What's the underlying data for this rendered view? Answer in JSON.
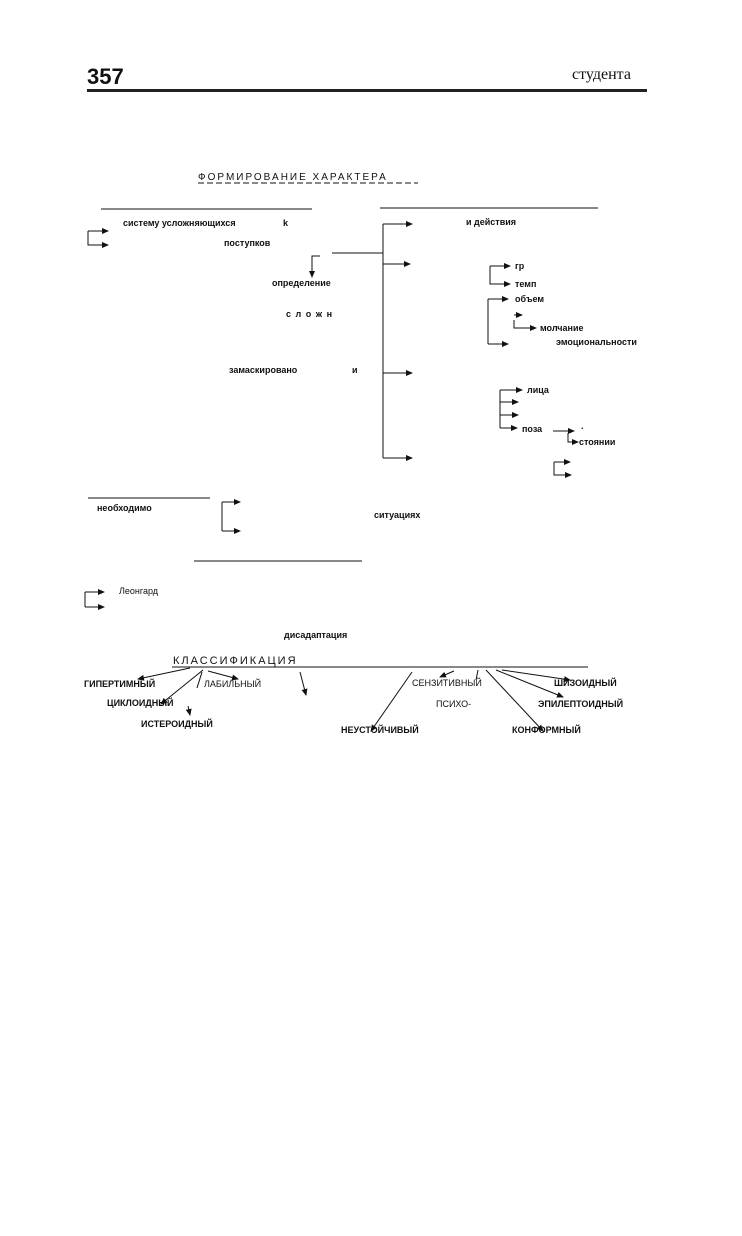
{
  "header": {
    "page_number": "357",
    "running_word": "студента"
  },
  "diagram": {
    "title": "ФОРМИРОВАНИЕ ХАРАКТЕРА",
    "texts": {
      "system": "систему усложняющихся",
      "k": "k",
      "actions_left": "поступков",
      "actions_right": "и действия",
      "gr": "гр",
      "temp": "темп",
      "volume": "объем",
      "silent": "молчание",
      "emotional": "эмоциональности",
      "definition": "определение",
      "complex": "с л о ж н",
      "masked": "замаскировано",
      "and": "и",
      "face": "лица",
      "pose": "поза",
      "dot": ".",
      "standing": "стоянии",
      "necessary": "необходимо",
      "situations": "ситуациях",
      "leonhard": "Леонгард",
      "disadaptation": "дисадаптация"
    },
    "classification": {
      "title": "КЛАССИФИКАЦИЯ",
      "hyperthymic": "ГИПЕРТИМНЫЙ",
      "labile": "ЛАБИЛЬНЫЙ",
      "cycloid": "ЦИКЛОИДНЫЙ",
      "hysteroid": "ИСТЕРОИДНЫЙ",
      "sensitive": "СЕНЗИТИВНЫЙ",
      "psycho": "ПСИХО-",
      "schizoid": "ШИЗОИДНЫЙ",
      "epileptoid": "ЭПИЛЕПТОИДНЫЙ",
      "unstable": "НЕУСТОЙЧИВЫЙ",
      "conformal": "КОНФОРМНЫЙ"
    }
  }
}
